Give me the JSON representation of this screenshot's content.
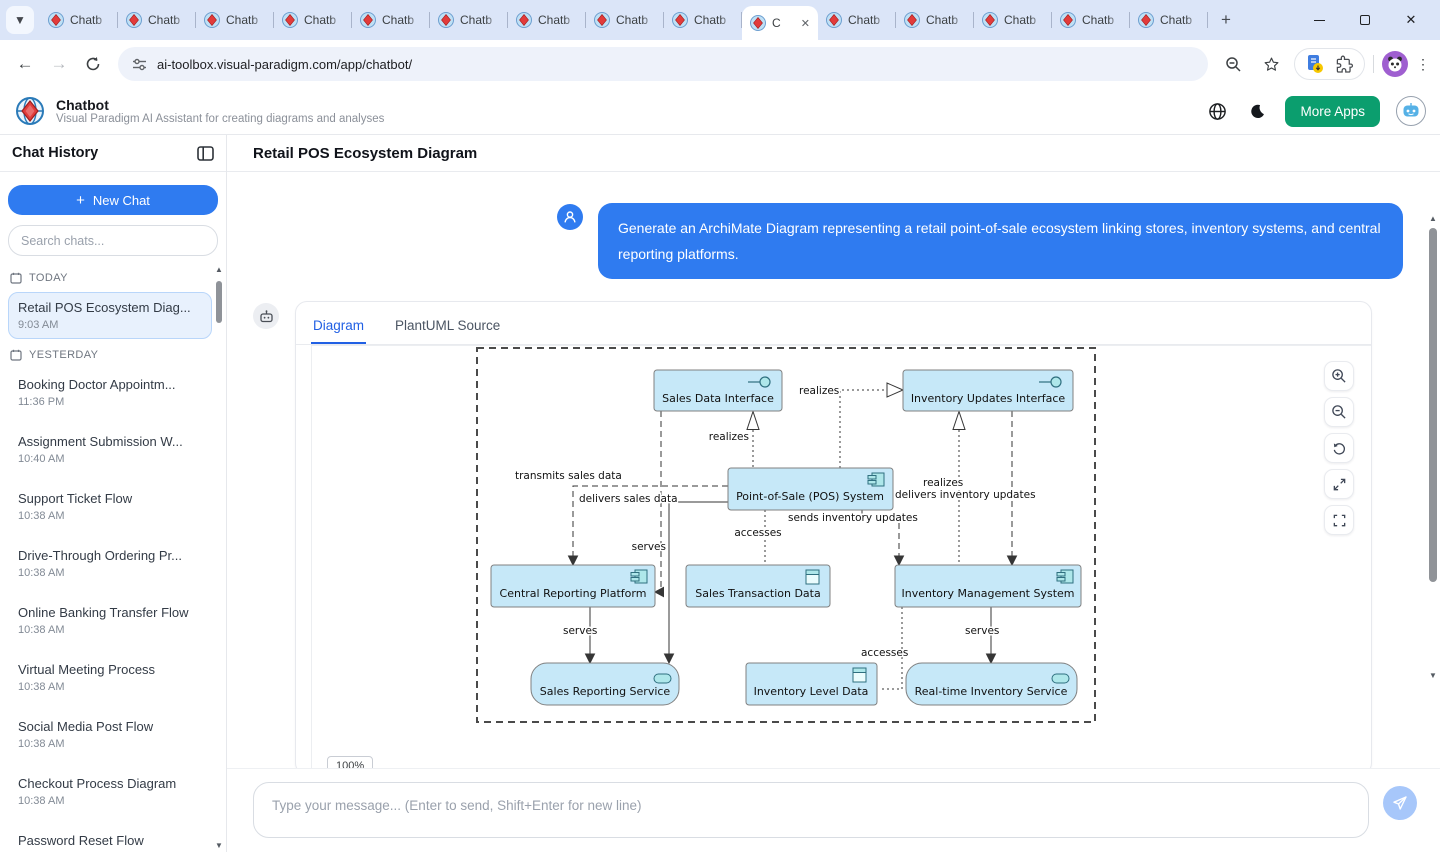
{
  "browser": {
    "tab_label": "Chatb",
    "active_tab_label": "C",
    "url": "ai-toolbox.visual-paradigm.com/app/chatbot/"
  },
  "header": {
    "title": "Chatbot",
    "subtitle": "Visual Paradigm AI Assistant for creating diagrams and analyses",
    "more_apps_label": "More Apps"
  },
  "sidebar": {
    "title": "Chat History",
    "new_chat_label": "New Chat",
    "search_placeholder": "Search chats...",
    "sections": [
      {
        "label": "TODAY",
        "items": [
          {
            "title": "Retail POS Ecosystem Diag...",
            "time": "9:03 AM"
          }
        ]
      },
      {
        "label": "YESTERDAY",
        "items": [
          {
            "title": "Booking Doctor Appointm...",
            "time": "11:36 PM"
          },
          {
            "title": "Assignment Submission W...",
            "time": "10:40 AM"
          },
          {
            "title": "Support Ticket Flow",
            "time": "10:38 AM"
          },
          {
            "title": "Drive-Through Ordering Pr...",
            "time": "10:38 AM"
          },
          {
            "title": "Online Banking Transfer Flow",
            "time": "10:38 AM"
          },
          {
            "title": "Virtual Meeting Process",
            "time": "10:38 AM"
          },
          {
            "title": "Social Media Post Flow",
            "time": "10:38 AM"
          },
          {
            "title": "Checkout Process Diagram",
            "time": "10:38 AM"
          },
          {
            "title": "Password Reset Flow"
          }
        ]
      }
    ]
  },
  "main": {
    "title": "Retail POS Ecosystem Diagram",
    "user_message": "Generate an ArchiMate Diagram representing a retail point-of-sale ecosystem linking stores, inventory systems, and central reporting platforms.",
    "tabs": {
      "diagram": "Diagram",
      "plantuml": "PlantUML Source"
    },
    "zoom_level": "100%",
    "input_placeholder": "Type your message... (Enter to send, Shift+Enter for new line)"
  },
  "diagram": {
    "nodes": {
      "sales_data_interface": "Sales Data Interface",
      "inventory_updates_interface": "Inventory Updates Interface",
      "pos_system": "Point-of-Sale (POS) System",
      "central_reporting_platform": "Central Reporting Platform",
      "sales_transaction_data": "Sales Transaction Data",
      "inventory_management_system": "Inventory Management System",
      "sales_reporting_service": "Sales Reporting Service",
      "inventory_level_data": "Inventory Level Data",
      "realtime_inventory_service": "Real-time Inventory Service"
    },
    "edges": {
      "realizes_pos_sdi": "realizes",
      "realizes_pos_iui": "realizes",
      "realizes_ims_iui": "realizes",
      "transmits_sales_data": "transmits sales data",
      "delivers_sales_data": "delivers sales data",
      "serves_pos_srs": "serves",
      "sends_inventory_updates": "sends inventory updates",
      "accesses_pos_std": "accesses",
      "delivers_inventory_updates": "delivers inventory updates",
      "serves_crp_srs": "serves",
      "serves_ims_ris": "serves",
      "accesses_ims_ild": "accesses"
    }
  },
  "colors": {
    "accent_blue": "#2f7bf0",
    "green": "#0b9e6e",
    "node_fill": "#c6e8f8",
    "node_stroke": "#808080",
    "tab_strip": "#dbe5f8"
  }
}
